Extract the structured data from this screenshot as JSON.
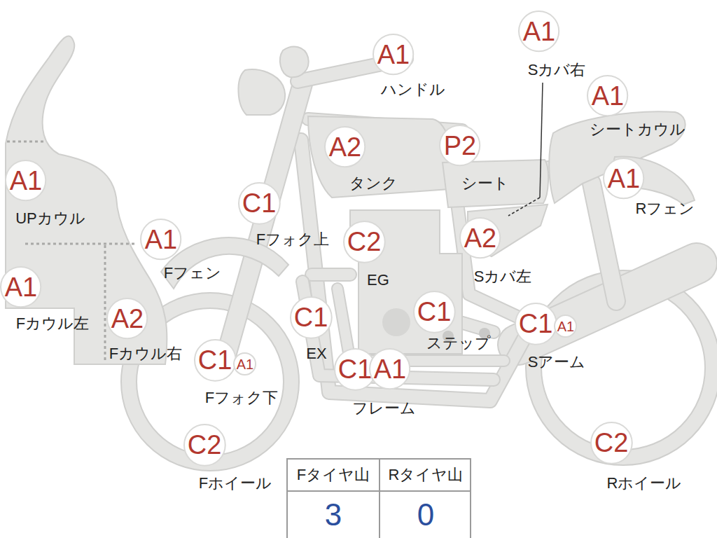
{
  "diagram": {
    "nodes": [
      {
        "text": [
          "A1"
        ]
      },
      {
        "text": [
          "A1"
        ]
      },
      {
        "text": [
          "A1"
        ]
      },
      {
        "text": [
          "P2"
        ]
      },
      {
        "text": [
          "A2"
        ]
      },
      {
        "text": [
          "A1"
        ]
      },
      {
        "text": [
          "A1"
        ]
      },
      {
        "text": [
          "C1"
        ]
      },
      {
        "text": [
          "A1"
        ]
      },
      {
        "text": [
          "A2"
        ]
      },
      {
        "text": [
          "C2"
        ]
      },
      {
        "text": [
          "A1"
        ]
      },
      {
        "text": [
          "C1"
        ]
      },
      {
        "text": [
          "C1"
        ]
      },
      {
        "text": [
          "A2"
        ]
      },
      {
        "text": [
          "C1"
        ]
      },
      {
        "text": [
          "A1"
        ]
      },
      {
        "text": [
          "C1"
        ]
      },
      {
        "text": [
          "A1"
        ]
      },
      {
        "text": [
          "C1"
        ]
      },
      {
        "text": [
          "A1"
        ]
      },
      {
        "text": [
          "C2"
        ]
      },
      {
        "text": [
          "C2"
        ]
      }
    ],
    "labels": [
      "Sカバ右",
      "ハンドル",
      "シートカウル",
      "タンク",
      "シート",
      "Rフェン",
      "UPカウル",
      "Fフォク上",
      "Fフェン",
      "Sカバ左",
      "EG",
      "Fカウル左",
      "ステップ",
      "EX",
      "Fカウル右",
      "Sアーム",
      "Fフォク下",
      "フレーム",
      "Fタイヤ山",
      "Rタイヤ山",
      "3",
      "0",
      "Fホイール",
      "Rホイール"
    ]
  }
}
